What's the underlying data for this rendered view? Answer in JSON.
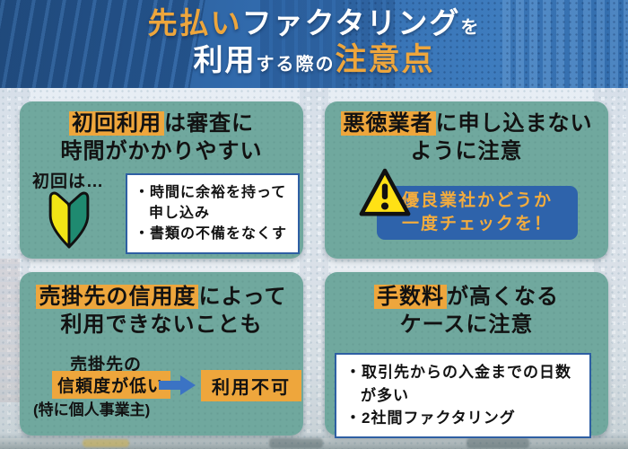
{
  "header": {
    "line1_accent": "先払い",
    "line1_main": "ファクタリング",
    "line1_particle": "を",
    "line2_main": "利用",
    "line2_connector": "する際の",
    "line2_accent": "注意点"
  },
  "cards": {
    "first_use": {
      "title_highlight": "初回利用",
      "title_after": "は審査に",
      "title_line2": "時間がかかりやすい",
      "intro_label": "初回は…",
      "tips": [
        "・時間に余裕を持って申し込み",
        "・書類の不備をなくす"
      ]
    },
    "bad_agent": {
      "title_highlight": "悪徳業者",
      "title_after": "に申し込まない",
      "title_line2": "ように注意",
      "check_line1": "優良業社かどうか",
      "check_line2": "一度チェックを！"
    },
    "credit": {
      "title_highlight": "売掛先の信用度",
      "title_after": "によって",
      "title_line2": "利用できないことも",
      "flow_subject": "売掛先の",
      "flow_condition": "信頼度が低い",
      "flow_result": "利用不可",
      "flow_note": "(特に個人事業主)"
    },
    "fee": {
      "title_highlight": "手数料",
      "title_after": "が高くなる",
      "title_line2": "ケースに注意",
      "notes": [
        "・取引先からの入金までの日数が多い",
        "・2社間ファクタリング"
      ]
    }
  },
  "icons": {
    "beginner_mark": "beginner-mark-icon",
    "warning": "warning-triangle-icon",
    "arrow_right": "arrow-right-icon"
  },
  "colors": {
    "accent_orange": "#EEA63C",
    "card_teal": "#70A89E",
    "panel_blue": "#2E63AB",
    "box_border_blue": "#2E5FA3",
    "arrow_blue": "#3B73C4",
    "header_blue": "#316AAC",
    "warning_yellow": "#FFE115",
    "wakaba_yellow": "#F2E515",
    "wakaba_green": "#1F8A70"
  }
}
